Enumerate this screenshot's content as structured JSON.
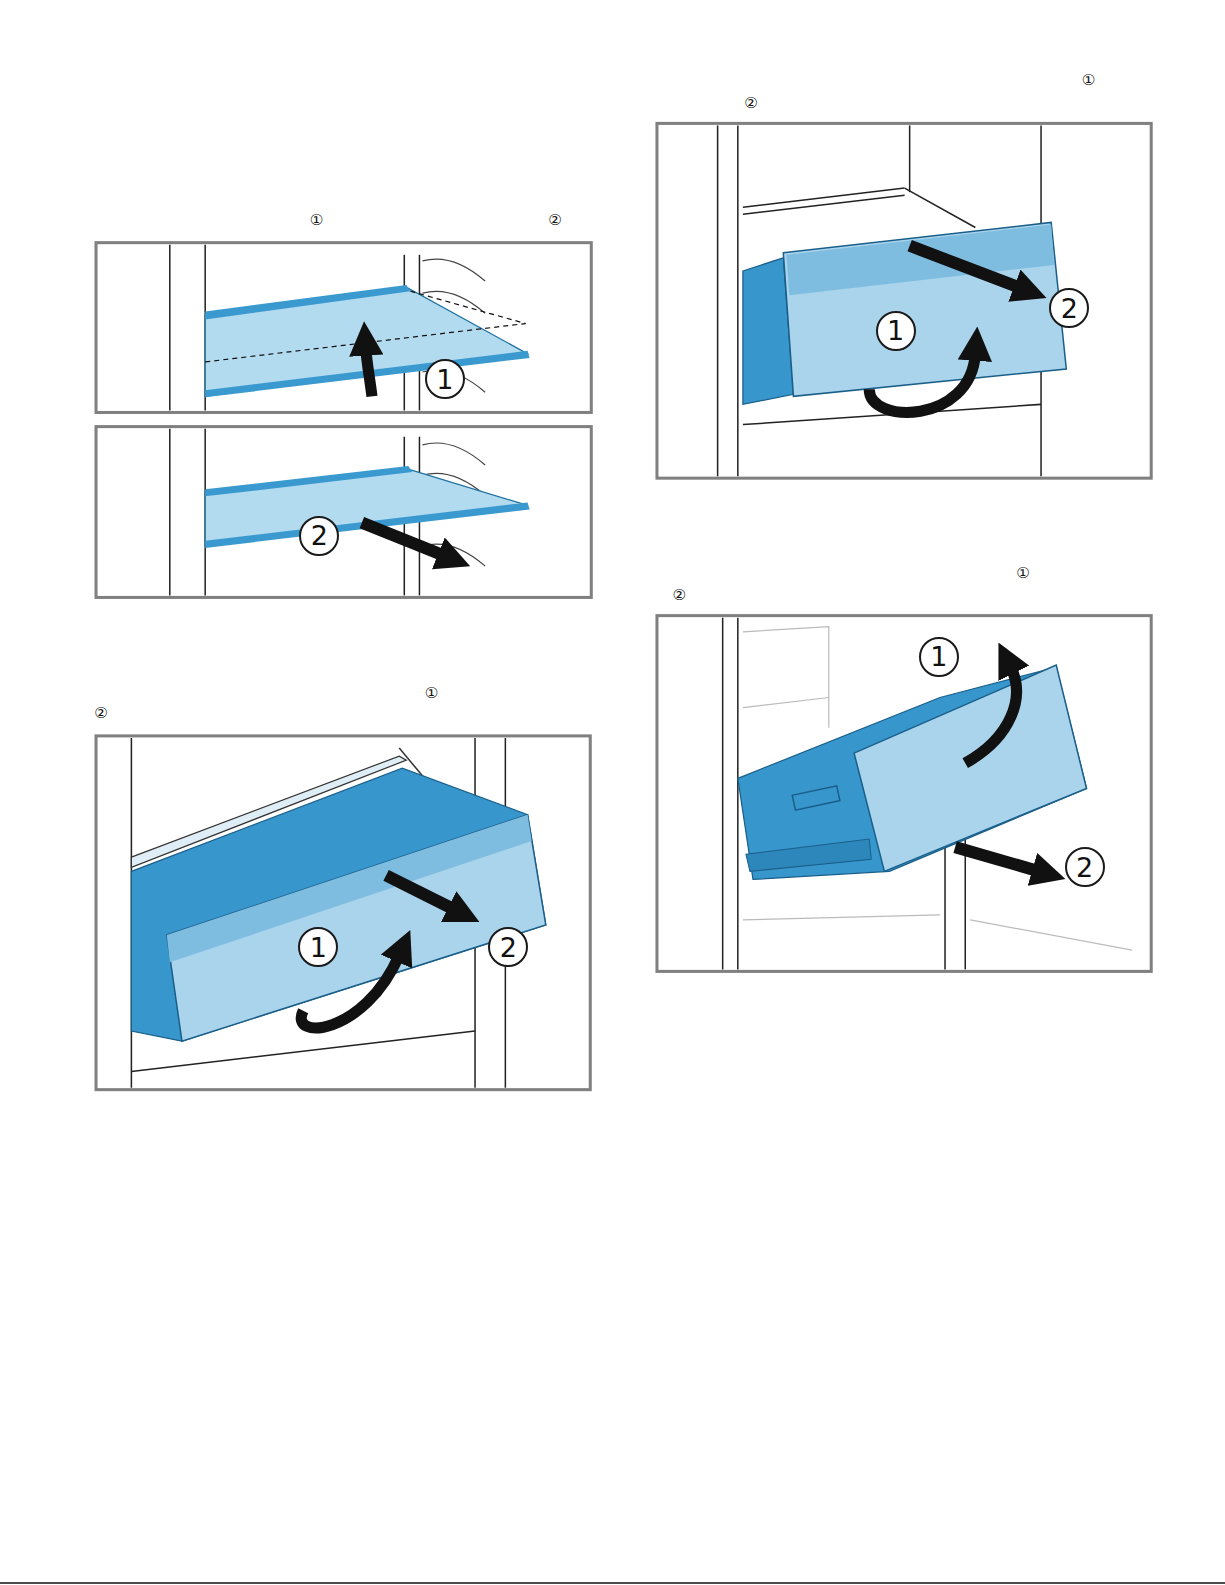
{
  "diagram": {
    "nodes": [
      {
        "text": [
          "1"
        ]
      },
      {
        "text": [
          "2"
        ]
      },
      {
        "text": [
          "1"
        ]
      },
      {
        "text": [
          "2"
        ]
      },
      {
        "text": [
          "1"
        ]
      },
      {
        "text": [
          "2"
        ]
      },
      {
        "text": [
          "1"
        ]
      },
      {
        "text": [
          "2"
        ]
      }
    ],
    "labels": [
      "①",
      "②",
      "①",
      "②",
      "①",
      "②",
      "①",
      "②"
    ]
  }
}
